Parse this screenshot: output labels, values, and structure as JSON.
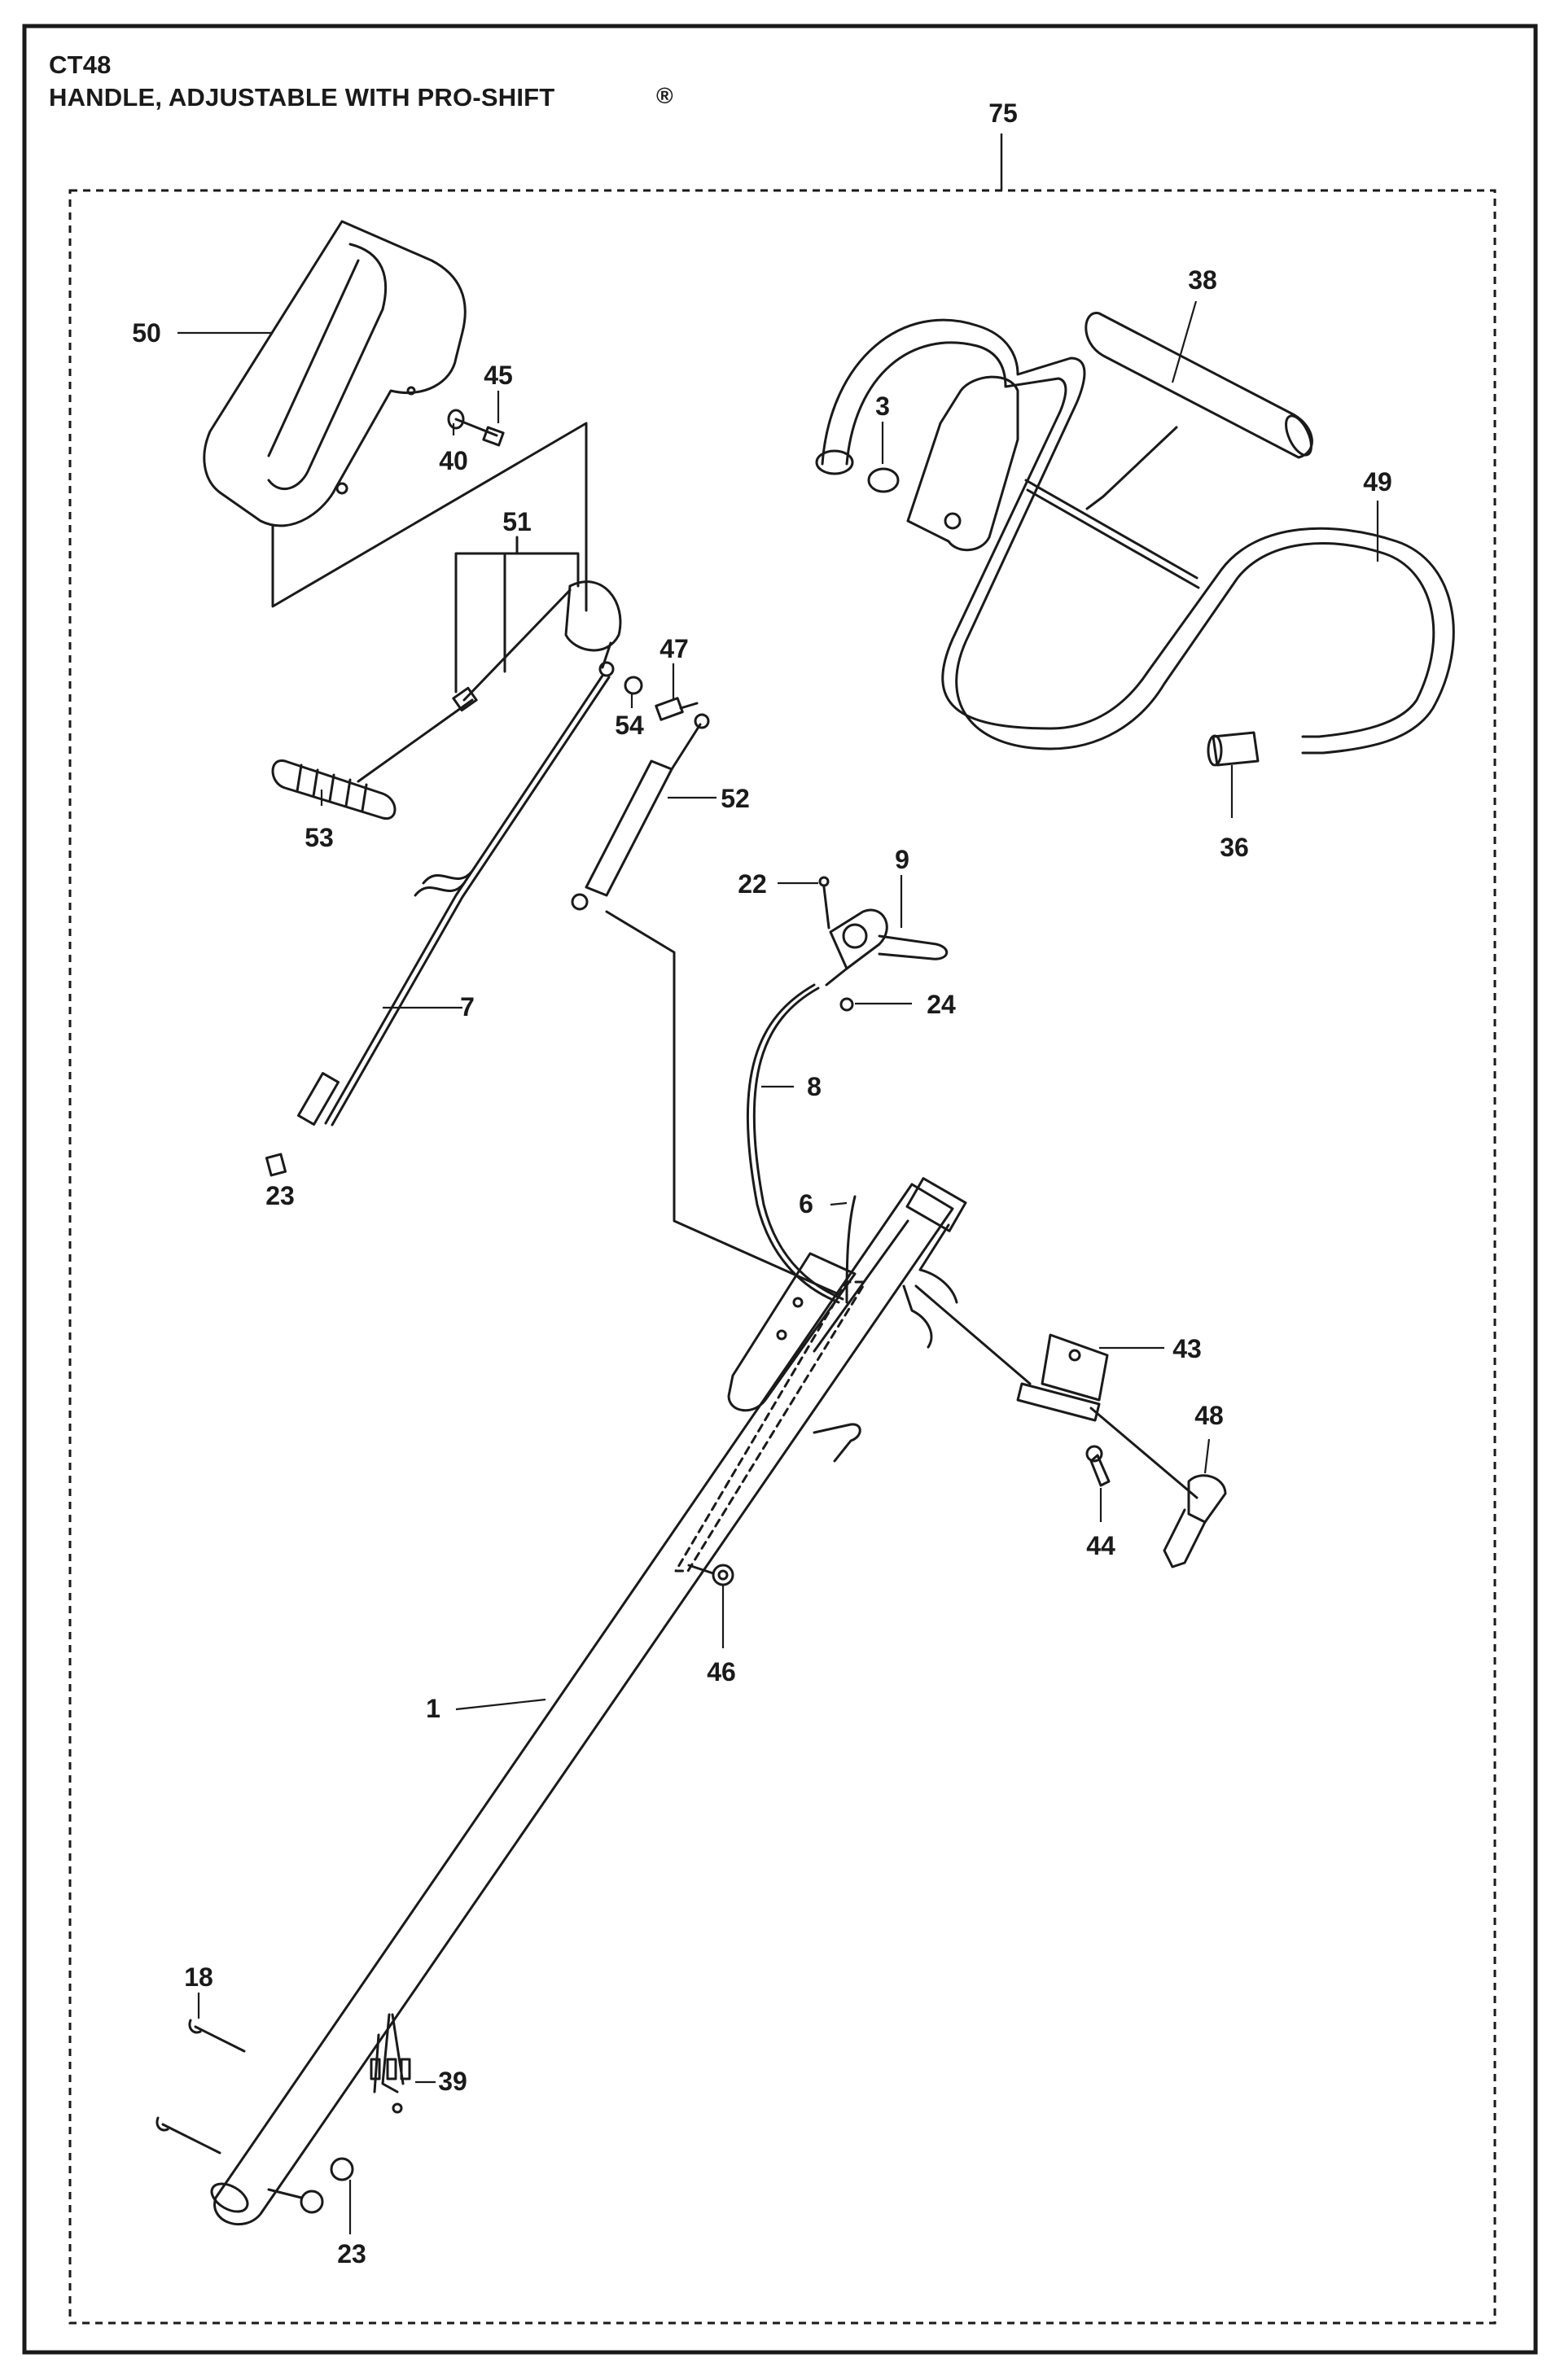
{
  "header": {
    "model": "CT48",
    "title": "HANDLE, ADJUSTABLE WITH PRO-SHIFT",
    "trademark_symbol": "®"
  },
  "assembly_callout": "75",
  "part_callouts": {
    "p1": "1",
    "p3": "3",
    "p6": "6",
    "p7": "7",
    "p8": "8",
    "p9": "9",
    "p18": "18",
    "p22": "22",
    "p23a": "23",
    "p23b": "23",
    "p24": "24",
    "p36": "36",
    "p38": "38",
    "p39": "39",
    "p40": "40",
    "p43": "43",
    "p44": "44",
    "p45": "45",
    "p46": "46",
    "p47": "47",
    "p48": "48",
    "p49": "49",
    "p50": "50",
    "p51": "51",
    "p52": "52",
    "p53": "53",
    "p54": "54"
  },
  "colors": {
    "line": "#1a1a1a",
    "paper": "#ffffff"
  }
}
